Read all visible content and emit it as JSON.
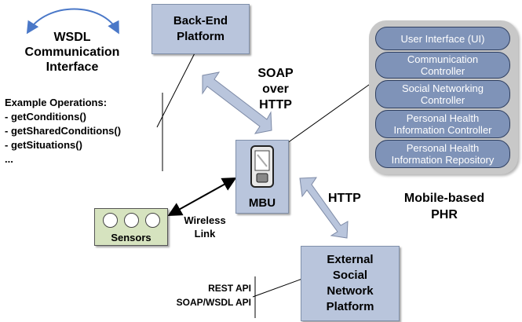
{
  "wsdl": {
    "line1": "WSDL",
    "line2": "Communication",
    "line3": "Interface"
  },
  "operations": {
    "heading": "Example Operations:",
    "items": [
      "- getConditions()",
      "- getSharedConditions()",
      "- getSituations()",
      "..."
    ]
  },
  "backend": {
    "line1": "Back-End",
    "line2": "Platform"
  },
  "soap": {
    "line1": "SOAP",
    "line2": "over",
    "line3": "HTTP"
  },
  "mbu": {
    "label": "MBU"
  },
  "sensors": {
    "label": "Sensors"
  },
  "wireless": {
    "line1": "Wireless",
    "line2": "Link"
  },
  "http": {
    "label": "HTTP"
  },
  "social": {
    "line1": "External",
    "line2": "Social",
    "line3": "Network",
    "line4": "Platform"
  },
  "apis": {
    "line1": "REST API",
    "line2": "SOAP/WSDL API"
  },
  "phr": {
    "layers": [
      {
        "line1": "User Interface (UI)",
        "line2": ""
      },
      {
        "line1": "Communication",
        "line2": "Controller"
      },
      {
        "line1": "Social Networking",
        "line2": "Controller"
      },
      {
        "line1": "Personal Health",
        "line2": "Information Controller"
      },
      {
        "line1": "Personal Health",
        "line2": "Information Repository"
      }
    ],
    "caption_line1": "Mobile-based",
    "caption_line2": "PHR"
  },
  "colors": {
    "box_fill": "#b9c5dc",
    "layer_fill": "#7f93b8",
    "stack_fill": "#c8c8c8",
    "arrow_fill": "#b9c5dc",
    "curve": "#4a78c8",
    "sensor_box": "#d6e3bf"
  }
}
